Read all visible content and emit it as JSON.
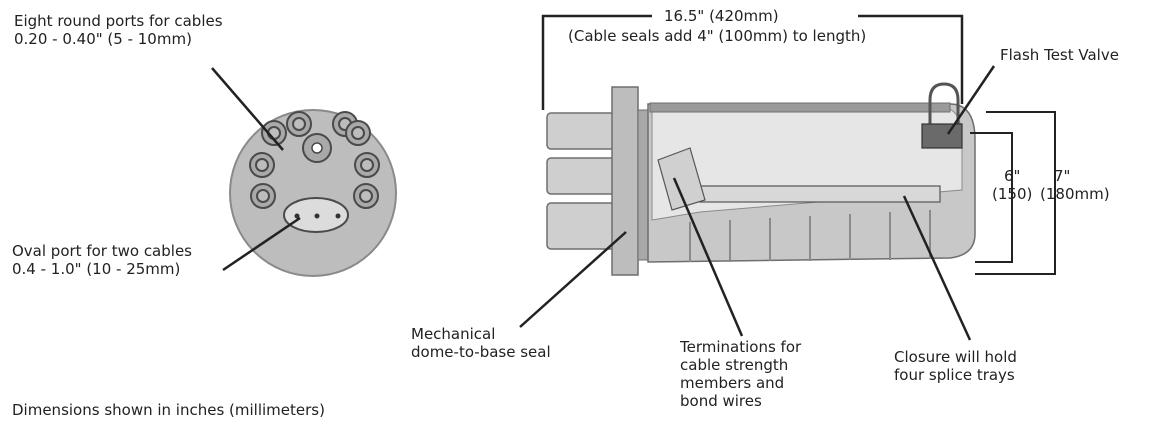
{
  "labels": {
    "eight_ports": [
      "Eight round ports for cables",
      "0.20 - 0.40\" (5 - 10mm)"
    ],
    "oval_port": [
      "Oval port for two cables",
      "0.4 - 1.0\" (10 - 25mm)"
    ],
    "length_dim": "16.5\" (420mm)",
    "cable_seals_note": "(Cable seals add 4\" (100mm) to length)",
    "flash_test_valve": "Flash Test Valve",
    "height_inner": [
      "6\"",
      "(150)"
    ],
    "height_outer": [
      "7\"",
      "(180mm)"
    ],
    "mechanical_seal": [
      "Mechanical",
      "dome-to-base seal"
    ],
    "terminations": [
      "Terminations for",
      "cable strength",
      "members and",
      "bond wires"
    ],
    "closure_trays": [
      "Closure will hold",
      "four splice trays"
    ],
    "dimensions_note": "Dimensions shown in inches (millimeters)"
  }
}
